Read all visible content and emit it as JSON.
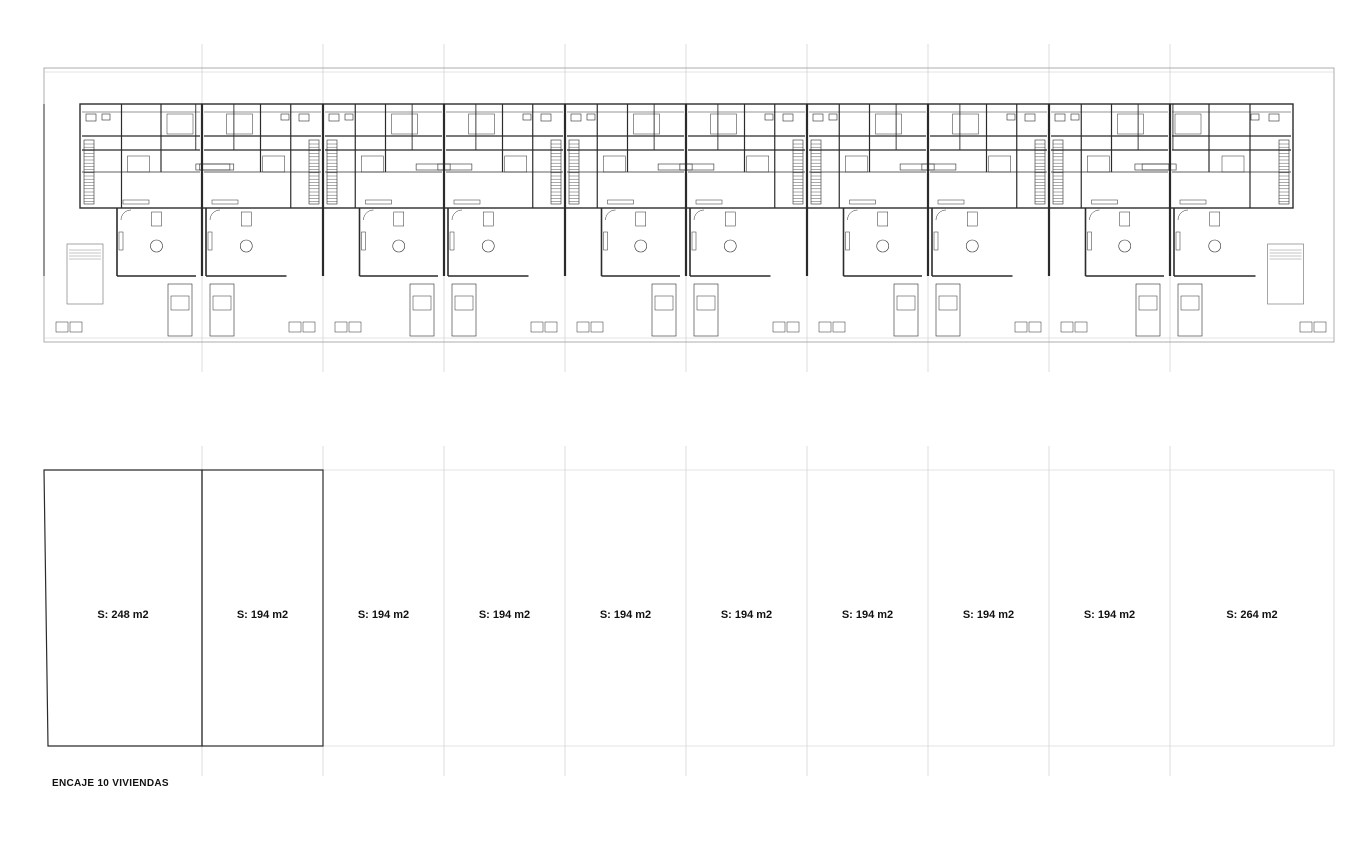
{
  "drawing": {
    "title": "ENCAJE 10 VIVIENDAS",
    "lot_count": 10,
    "line_color": "#2b2b2b",
    "grid_color": "#c8c8c8",
    "background": "#ffffff"
  },
  "plots": [
    {
      "label": "S: 248 m2"
    },
    {
      "label": "S: 194 m2"
    },
    {
      "label": "S: 194 m2"
    },
    {
      "label": "S: 194 m2"
    },
    {
      "label": "S: 194 m2"
    },
    {
      "label": "S: 194 m2"
    },
    {
      "label": "S: 194 m2"
    },
    {
      "label": "S: 194 m2"
    },
    {
      "label": "S: 194 m2"
    },
    {
      "label": "S: 264 m2"
    }
  ]
}
